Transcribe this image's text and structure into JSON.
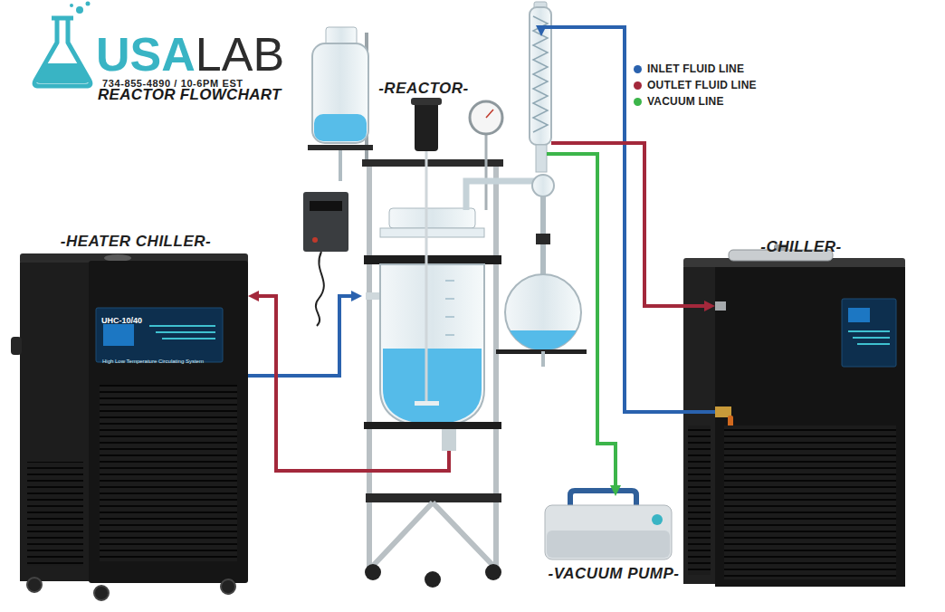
{
  "diagram": {
    "title": "REACTOR FLOWCHART",
    "nodes": [
      {
        "text": [
          "-REACTOR-"
        ]
      },
      {
        "text": [
          "-HEATER CHILLER-",
          "UHC-10/40",
          "High Low Temperature Circulating System"
        ]
      },
      {
        "text": [
          "-CHILLER-"
        ]
      },
      {
        "text": [
          "-VACUUM PUMP-"
        ]
      }
    ],
    "edges": [
      {
        "from": 1,
        "to": 0,
        "arrow": "to"
      },
      {
        "from": 0,
        "to": 1,
        "arrow": "to"
      },
      {
        "from": 2,
        "to": 0,
        "arrow": "to"
      },
      {
        "from": 0,
        "to": 2,
        "arrow": "to"
      },
      {
        "from": 0,
        "to": 3,
        "arrow": "to"
      }
    ],
    "labels": [
      "USA",
      "LAB",
      "734-855-4890 / 10-6PM EST"
    ],
    "legend": [
      {
        "text": "INLET FLUID LINE",
        "color": "#2a62ae"
      },
      {
        "text": "OUTLET FLUID LINE",
        "color": "#a3283b"
      },
      {
        "text": "VACUUM LINE",
        "color": "#3cb54a"
      }
    ]
  }
}
